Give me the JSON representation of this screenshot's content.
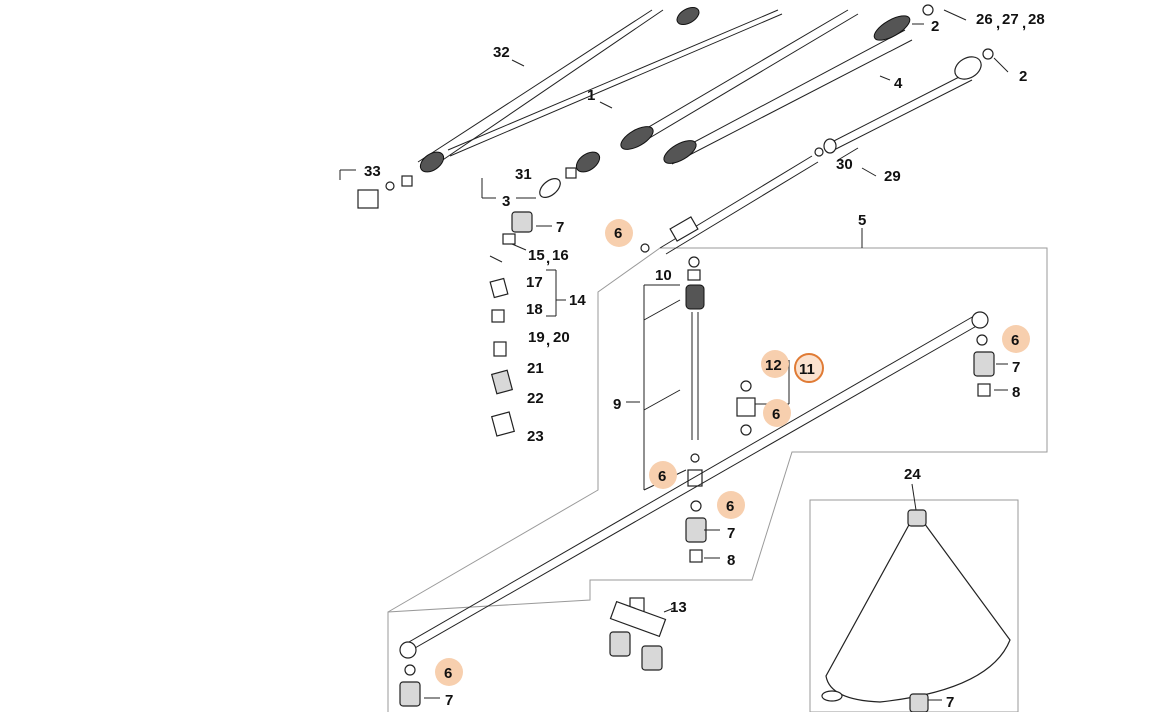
{
  "diagram": {
    "accent_highlight": "#f7cfae",
    "accent_selected_ring": "#e07b35",
    "labels": {
      "l32": "32",
      "l1": "1",
      "l2a": "2",
      "l2b": "2",
      "l26": "26",
      "l27": "27",
      "l28": "28",
      "comma_26_27": ",",
      "comma_27_28": ",",
      "l4": "4",
      "l33": "33",
      "l31": "31",
      "l3": "3",
      "l30": "30",
      "l29": "29",
      "l7a": "7",
      "l5": "5",
      "l6a": "6",
      "l15": "15",
      "l16": "16",
      "comma_15_16": ",",
      "l10": "10",
      "l17": "17",
      "l18": "18",
      "l14": "14",
      "l19": "19",
      "l20": "20",
      "comma_19_20": ",",
      "l21": "21",
      "l22": "22",
      "l23": "23",
      "l6b": "6",
      "l7b": "7",
      "l8a": "8",
      "l12": "12",
      "l11": "11",
      "l6c": "6",
      "l9": "9",
      "l6d": "6",
      "l6e": "6",
      "l7c": "7",
      "l8b": "8",
      "l24": "24",
      "l13": "13",
      "l6f": "6",
      "l7d": "7",
      "l7e": "7"
    }
  }
}
